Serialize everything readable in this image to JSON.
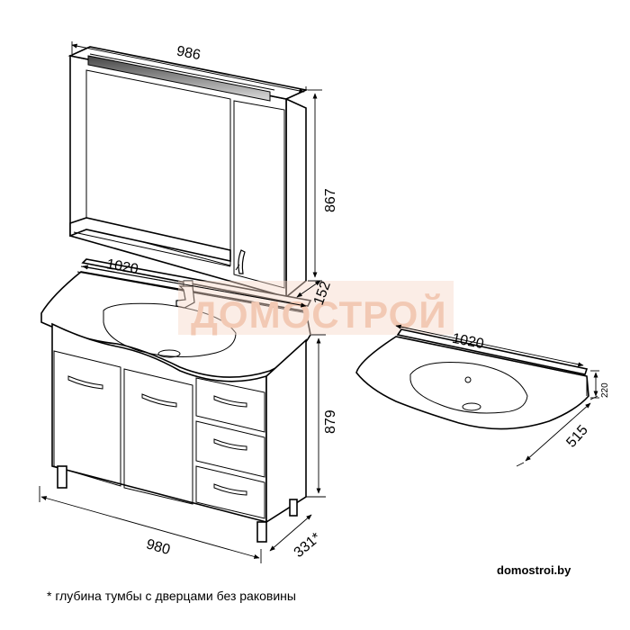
{
  "dimensions": {
    "mirror_width": "986",
    "mirror_height": "867",
    "shelf_width": "1020",
    "mirror_depth": "152",
    "cabinet_height": "879",
    "cabinet_width": "980",
    "cabinet_depth": "331*",
    "sink_width": "1020",
    "sink_depth": "515",
    "sink_thickness": "220"
  },
  "watermark": "ДОМОСТРОЙ",
  "site": "domostroi.by",
  "footnote": "* глубина тумбы с дверцами без раковины"
}
